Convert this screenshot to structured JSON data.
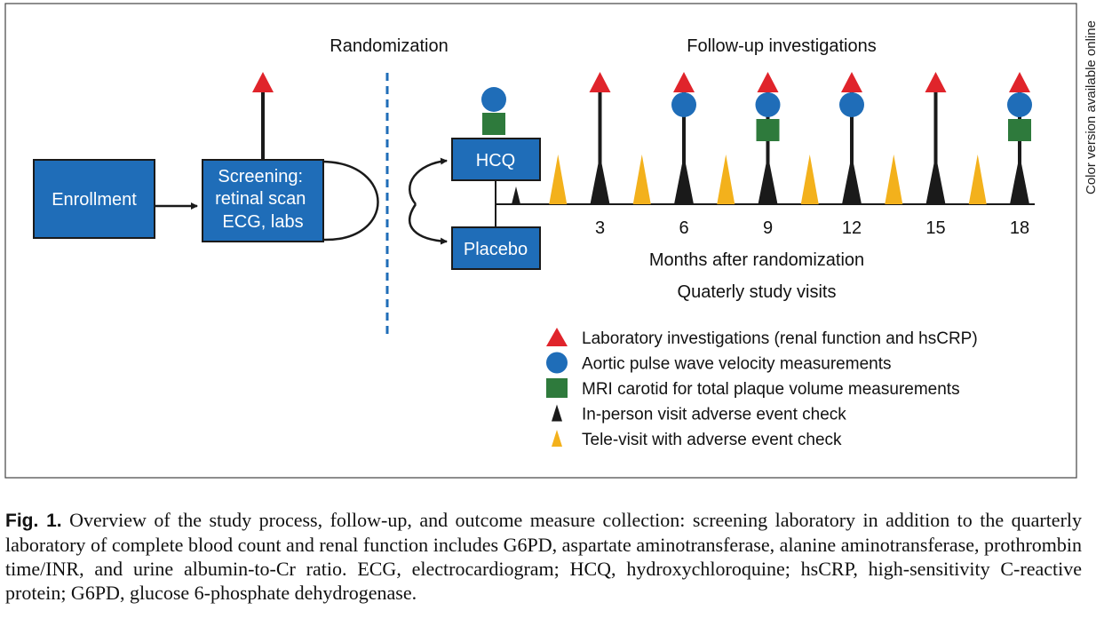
{
  "side_note": "Color version available online",
  "phases": {
    "randomization": "Randomization",
    "follow_up": "Follow-up investigations"
  },
  "boxes": {
    "enrollment": "Enrollment",
    "screening": [
      "Screening:",
      "retinal scan",
      "ECG, labs"
    ],
    "hcq": "HCQ",
    "placebo": "Placebo"
  },
  "timeline": {
    "xlabel": "Months after randomization",
    "sublabel": "Quaterly study visits",
    "ticks": [
      {
        "month": 3,
        "label": "3"
      },
      {
        "month": 6,
        "label": "6"
      },
      {
        "month": 9,
        "label": "9"
      },
      {
        "month": 12,
        "label": "12"
      },
      {
        "month": 15,
        "label": "15"
      },
      {
        "month": 18,
        "label": "18"
      }
    ],
    "in_person_visits": [
      0,
      3,
      6,
      9,
      12,
      15,
      18
    ],
    "tele_visits": [
      1.5,
      4.5,
      7.5,
      10.5,
      13.5,
      16.5
    ],
    "lab_months": [
      3,
      6,
      9,
      12,
      15,
      18
    ],
    "pwv_months": [
      0,
      6,
      9,
      12,
      18
    ],
    "mri_months": [
      0,
      9,
      18
    ]
  },
  "legend": [
    {
      "key": "lab",
      "label": "Laboratory investigations (renal function and hsCRP)"
    },
    {
      "key": "pwv",
      "label": "Aortic pulse wave velocity measurements"
    },
    {
      "key": "mri",
      "label": "MRI carotid for total plaque volume measurements"
    },
    {
      "key": "inperson",
      "label": "In-person visit adverse event check"
    },
    {
      "key": "tele",
      "label": "Tele-visit with adverse event check"
    }
  ],
  "colors": {
    "box": "#1f6db8",
    "lab": "#e0242b",
    "pwv": "#1f6db8",
    "mri": "#2e7a3c",
    "inperson": "#1a1a1a",
    "tele": "#f3b11c",
    "dashed": "#1f6db8"
  },
  "caption": {
    "lead": "Fig. 1.",
    "text": "Overview of the study process, follow-up, and outcome measure collection: screening laboratory in addition to the quarterly laboratory of complete blood count and renal function includes G6PD, aspartate aminotransferase, alanine aminotransferase, prothrombin time/INR, and urine albumin-to-Cr ratio. ECG, electrocardiogram; HCQ, hydroxychloroquine; hsCRP, high-sensitivity C-reactive protein; G6PD, glucose 6-phosphate dehydrogenase."
  }
}
